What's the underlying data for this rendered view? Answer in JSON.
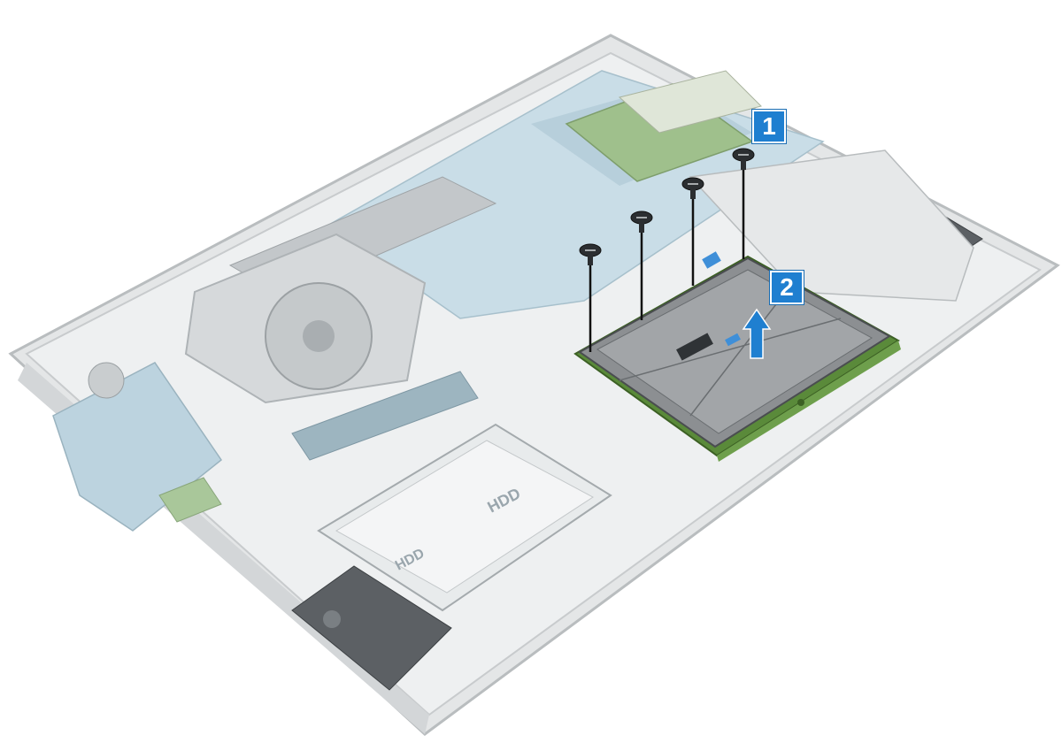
{
  "figure": {
    "callouts": [
      {
        "label": "1"
      },
      {
        "label": "2"
      }
    ],
    "component_labels": {
      "hdd_primary": "HDD",
      "hdd_secondary": "HDD"
    },
    "colors": {
      "callout_blue": "#1f7fd0",
      "chassis_gray": "#d9dddf",
      "board_blue": "#b8d2df",
      "connector_blue": "#3f8fd8",
      "touchpad_board_green": "#5a8a3a",
      "touchpad_plate": "#8c8f92"
    },
    "icons": [
      "screw-icon",
      "lift-arrow-icon"
    ]
  }
}
